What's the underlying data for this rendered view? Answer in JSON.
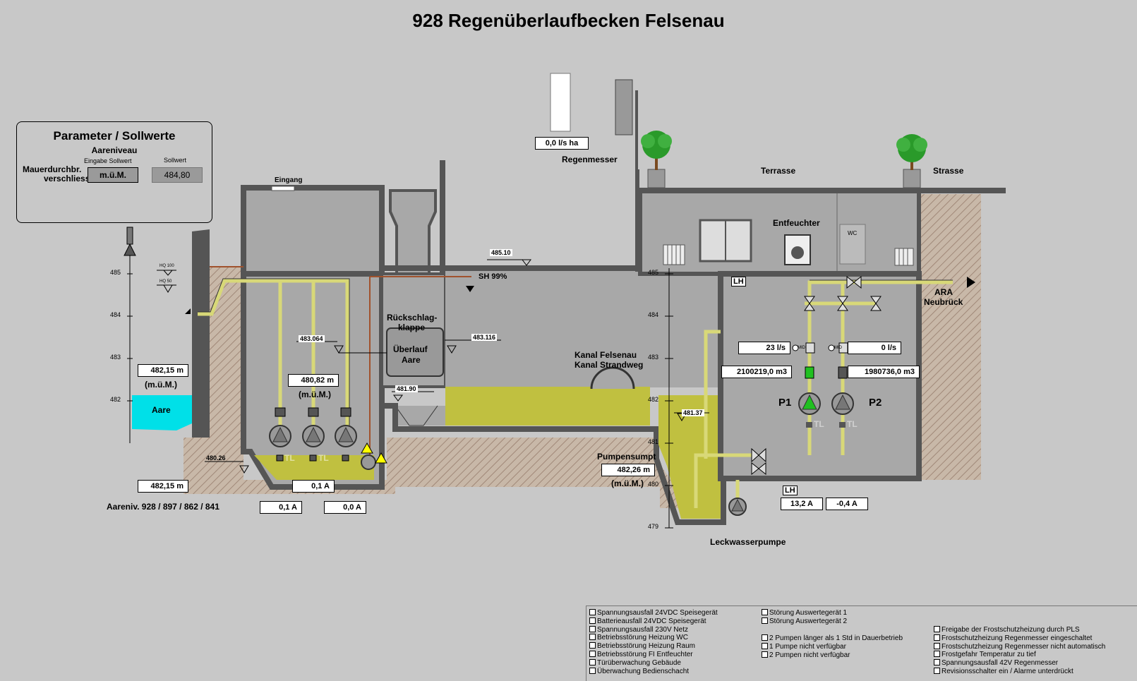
{
  "title": "928 Regenüberlaufbecken Felsenau",
  "param": {
    "title": "Parameter / Sollwerte",
    "subtitle": "Aareniveau",
    "eingabe_label": "Eingabe Sollwert",
    "sollwert_label": "Sollwert",
    "row_label_1": "Mauerdurchbr.",
    "row_label_2": "verschliessen",
    "input_value": "m.ü.M.",
    "sollwert_value": "484,80"
  },
  "rain": {
    "value": "0,0 l/s ha",
    "label": "Regenmesser"
  },
  "labels": {
    "eingang": "Eingang",
    "terrasse": "Terrasse",
    "strasse": "Strasse",
    "entfeuchter": "Entfeuchter",
    "wc": "WC",
    "ruckschlag_1": "Rückschlag-",
    "ruckschlag_2": "klappe",
    "uberlauf_1": "Überlauf",
    "uberlauf_2": "Aare",
    "kanal_1": "Kanal Felsenau",
    "kanal_2": "Kanal Strandweg",
    "pumpensumpt": "Pumpensumpt",
    "leckwasser": "Leckwasserpumpe",
    "ara_1": "ARA",
    "ara_2": "Neubrück",
    "aare": "Aare",
    "sh": "SH 99%",
    "hq100": "HQ 100",
    "hq50": "HQ 50",
    "p1": "P1",
    "p2": "P2",
    "lh": "LH",
    "tl": "TL",
    "mumm": "(m.ü.M.)",
    "aareniv": "Aareniv. 928 / 897 / 862 / 841",
    "mid": "MID"
  },
  "levels": {
    "l485_10": "485.10",
    "l483_064": "483.064",
    "l483_116": "483.116",
    "l481_90": "481.90",
    "l481_37": "481.37",
    "l480_26": "480.26"
  },
  "scale_left": [
    "485",
    "484",
    "483",
    "482"
  ],
  "scale_right": [
    "485",
    "484",
    "483",
    "482",
    "481",
    "480",
    "479"
  ],
  "values": {
    "aare_level": "482,15 m",
    "becken_level": "480,82 m",
    "aare_bottom": "482,15 m",
    "current_pump": "0,1 A",
    "current_a": "0,1 A",
    "current_b": "0,0 A",
    "flow_p1": "23 l/s",
    "flow_p2": "0 l/s",
    "total_p1": "2100219,0 m3",
    "total_p2": "1980736,0 m3",
    "sumpf_level": "482,26 m",
    "current_p1": "13,2 A",
    "current_p2": "-0,4 A"
  },
  "alarms_col1": [
    "Spannungsausfall 24VDC Speisegerät",
    "Batterieausfall 24VDC Speisegerät",
    "Spannungsausfall 230V Netz",
    "Betriebsstörung Heizung WC",
    "Betriebsstörung Heizung Raum",
    "Betriebsstörung FI Entfeuchter",
    "Türüberwachung Gebäude",
    "Überwachung Bedienschacht"
  ],
  "alarms_col2a": [
    "Störung Auswertegerät 1",
    "Störung Auswertegerät 2"
  ],
  "alarms_col2b": [
    "2 Pumpen länger als 1 Std in Dauerbetrieb",
    "1 Pumpe nicht verfügbar",
    "2 Pumpen nicht verfügbar"
  ],
  "alarms_col3": [
    "Freigabe der Frostschutzheizung durch PLS",
    "Frostschutzheizung Regenmesser eingeschaltet",
    "Frostschutzheizung Regenmesser nicht automatisch",
    "Frostgefahr Temperatur zu tief",
    "Spannungsausfall 42V Regenmesser",
    "Revisionsschalter ein / Alarme unterdrückt"
  ],
  "colors": {
    "background": "#c8c8c8",
    "wall": "#555555",
    "water": "#c0c040",
    "pipe": "#d8d878",
    "aare": "#00e0e8",
    "pump_on": "#20c020"
  }
}
